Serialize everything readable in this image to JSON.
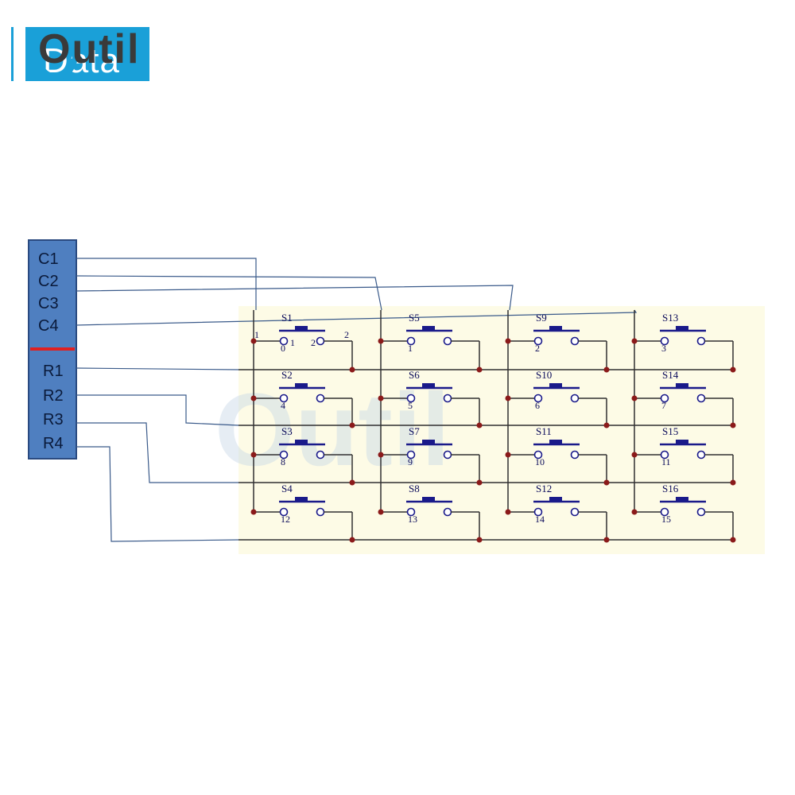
{
  "brand": {
    "logo_text": "Outil",
    "logo_ghost_text": "Data",
    "watermark_text": "Outil"
  },
  "colors": {
    "logo_blue": "#1aa0d8",
    "connector_fill": "#4f7fc0",
    "separator_red": "#e02020",
    "wire": "#303030",
    "junction": "#8b1a1a",
    "switch_blue": "#1a1a8a",
    "panel_bg": "#fdfbe6"
  },
  "connector": {
    "column_pins": [
      "C1",
      "C2",
      "C3",
      "C4"
    ],
    "row_pins": [
      "R1",
      "R2",
      "R3",
      "R4"
    ]
  },
  "switches": [
    {
      "name": "S1",
      "number": "0"
    },
    {
      "name": "S2",
      "number": "4"
    },
    {
      "name": "S3",
      "number": "8"
    },
    {
      "name": "S4",
      "number": "12"
    },
    {
      "name": "S5",
      "number": "1"
    },
    {
      "name": "S6",
      "number": "5"
    },
    {
      "name": "S7",
      "number": "9"
    },
    {
      "name": "S8",
      "number": "13"
    },
    {
      "name": "S9",
      "number": "2"
    },
    {
      "name": "S10",
      "number": "6"
    },
    {
      "name": "S11",
      "number": "10"
    },
    {
      "name": "S12",
      "number": "14"
    },
    {
      "name": "S13",
      "number": "3"
    },
    {
      "name": "S14",
      "number": "7"
    },
    {
      "name": "S15",
      "number": "11"
    },
    {
      "name": "S16",
      "number": "15"
    }
  ],
  "pin_marks": {
    "left": "1",
    "right": "2",
    "left_inner": "1",
    "right_inner": "2"
  }
}
